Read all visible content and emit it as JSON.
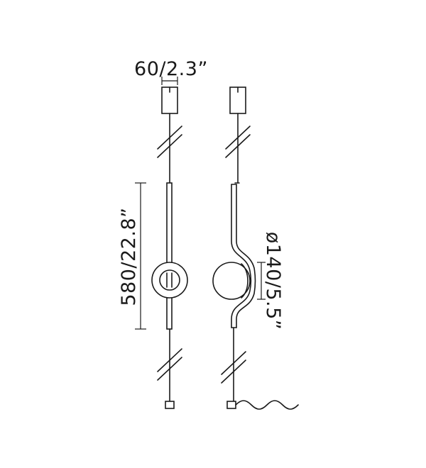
{
  "dimensions": {
    "canopy_width": "60/2.3”",
    "height": "580/22.8”",
    "diameter": "ø140/5.5”"
  },
  "colors": {
    "line": "#1a1a1a",
    "background": "#ffffff"
  }
}
